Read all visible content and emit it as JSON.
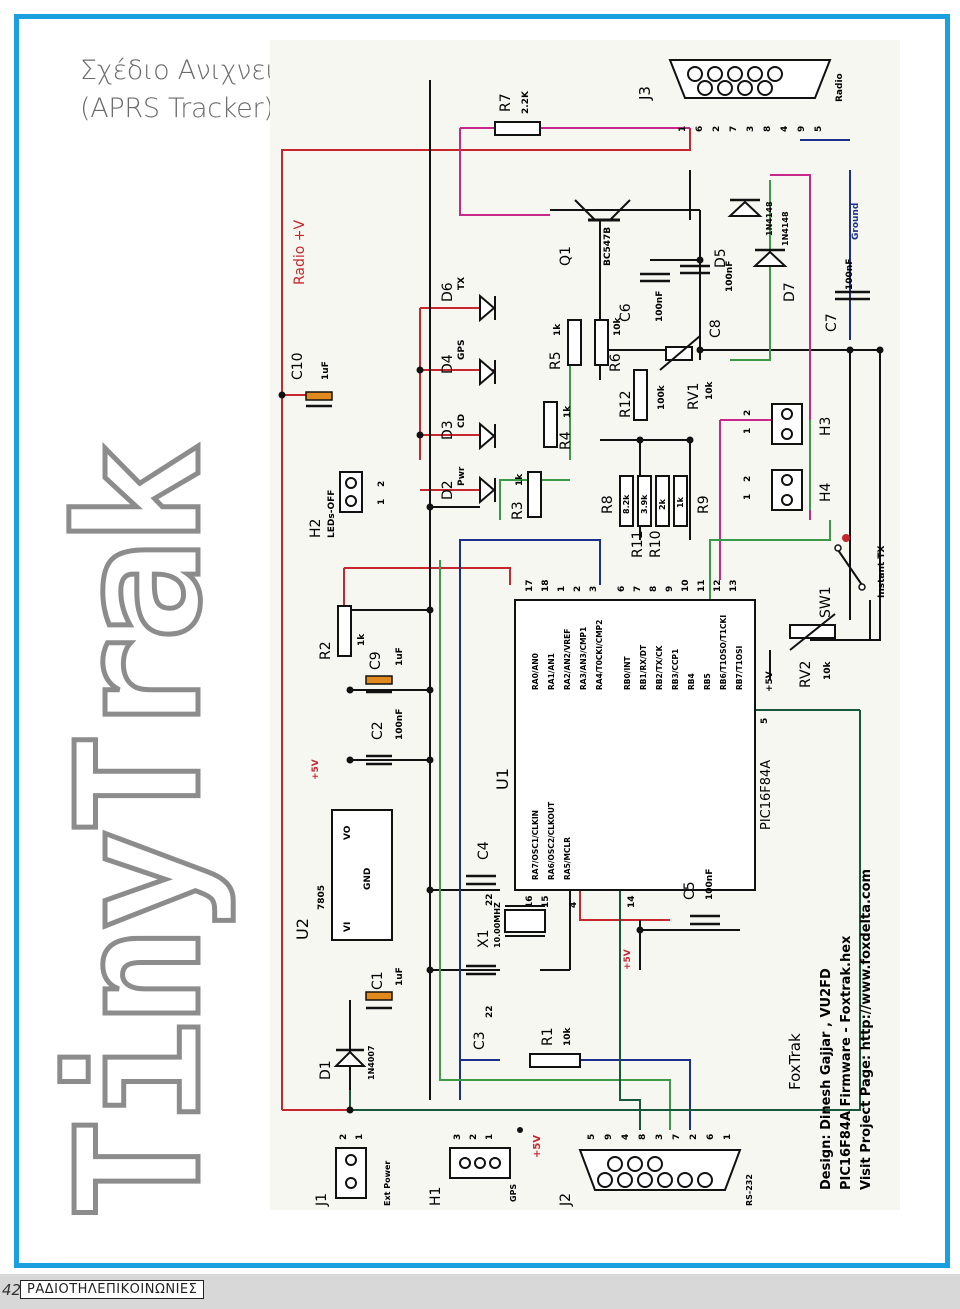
{
  "title": {
    "line1": "Σχέδιο Ανιχνευτή Θέσης Φορητού Σταθμού",
    "line2": "(APRS Tracker)"
  },
  "big_word": "TinyTrak",
  "footer": {
    "page_number": "42",
    "magazine": "ΡΑΔΙΟΤΗΛΕΠΙΚΟΙΝΩΝΙΕΣ"
  },
  "schematic": {
    "labels": {
      "radio_v": "Radio +V",
      "c10": "C10",
      "c10_val": "1uF",
      "d6": "D6",
      "d6_tag": "TX",
      "d4": "D4",
      "d4_tag": "GPS",
      "d3": "D3",
      "d3_tag": "CD",
      "d2": "D2",
      "d2_tag": "Pwr",
      "h2": "H2",
      "h2_tag": "LEDs-OFF",
      "r5": "R5",
      "r5_val": "1k",
      "r6": "R6",
      "r6_val": "10k",
      "r4": "R4",
      "r4_val": "1k",
      "r3": "R3",
      "r3_val": "1k",
      "r7": "R7",
      "r7_val": "2.2K",
      "j3": "J3",
      "j3_tag": "Radio",
      "q1": "Q1",
      "q1_val": "BC547B",
      "c6": "C6",
      "c6_val": "100nF",
      "c8": "C8",
      "c8_val": "100nF",
      "d5": "D5",
      "d5_val": "1N4148",
      "d7": "D7",
      "d7_val": "1N4148",
      "c7": "C7",
      "c7_val": "100nF",
      "ground": "Ground",
      "r12": "R12",
      "r12_val": "100k",
      "rv1": "RV1",
      "rv1_val": "10k",
      "h3": "H3",
      "h4": "H4",
      "r8": "R8",
      "r8_val": "8.2k",
      "r11": "R11",
      "r11_val": "3.9k",
      "r10": "R10",
      "r10_val": "2k",
      "r9": "R9",
      "r9_val": "1k",
      "sw1": "SW1",
      "sw1_tag": "Instant TX",
      "rv2": "RV2",
      "rv2_val": "10k",
      "r2": "R2",
      "r2_val": "1k",
      "c9": "C9",
      "c9_val": "1uF",
      "c2": "C2",
      "c2_val": "100nF",
      "plus5v": "+5V",
      "u1": "U1",
      "u1_val": "PIC16F84A",
      "u2": "U2",
      "u2_val": "7805",
      "vo": "VO",
      "gnd": "GND",
      "vi": "VI",
      "c4": "C4",
      "c4_val": "22",
      "c3": "C3",
      "c3_val": "22",
      "x1": "X1",
      "x1_val": "10.00MHZ",
      "c5": "C5",
      "c5_val": "100nF",
      "c1": "C1",
      "c1_val": "1uF",
      "d1": "D1",
      "d1_val": "1N4007",
      "r1": "R1",
      "r1_val": "10k",
      "j1": "J1",
      "j1_tag": "Ext Power",
      "h1": "H1",
      "h1_tag": "GPS",
      "j2": "J2",
      "j2_tag": "RS-232",
      "foxtrak": "FoxTrak",
      "design": "Design: Dinesh Gajjar , VU2FD",
      "firmware": "PIC16F84A Firmware - Foxtrak.hex",
      "project": "Visit Project Page: http://www.foxdelta.com"
    },
    "u1_pins_left": [
      "RA2/AN2/VREF",
      "RA3/AN3/CMP1",
      "RA4/T0CKI/CMP2",
      "RA0/AN0",
      "RA1/AN1"
    ],
    "u1_pins": [
      "RA0/AN0",
      "RA1/AN1",
      "RA2/AN2/VREF",
      "RA3/AN3/CMP1",
      "RA4/T0CKI/CMP2",
      "RB0/INT",
      "RB1/RX/DT",
      "RB2/TX/CK",
      "RB3/CCP1",
      "RB4",
      "RB5",
      "RB6/T1OSO/T1CKI",
      "RB7/T1OSI",
      "RA7/OSC1/CLKIN",
      "RA6/OSC2/CLKOUT",
      "RA5/MCLR"
    ],
    "u1_pin_numbers": [
      "17",
      "18",
      "1",
      "2",
      "3",
      "6",
      "7",
      "8",
      "9",
      "10",
      "11",
      "12",
      "13",
      "16",
      "15",
      "4",
      "14",
      "5"
    ],
    "j3_pins": [
      "1",
      "6",
      "2",
      "7",
      "3",
      "8",
      "4",
      "9",
      "5"
    ],
    "j2_pins": [
      "5",
      "9",
      "4",
      "8",
      "3",
      "7",
      "2",
      "6",
      "1"
    ],
    "h1_pins": [
      "3",
      "2",
      "1"
    ],
    "j1_pins": [
      "2",
      "1"
    ],
    "two_pin": [
      "2",
      "1"
    ]
  }
}
